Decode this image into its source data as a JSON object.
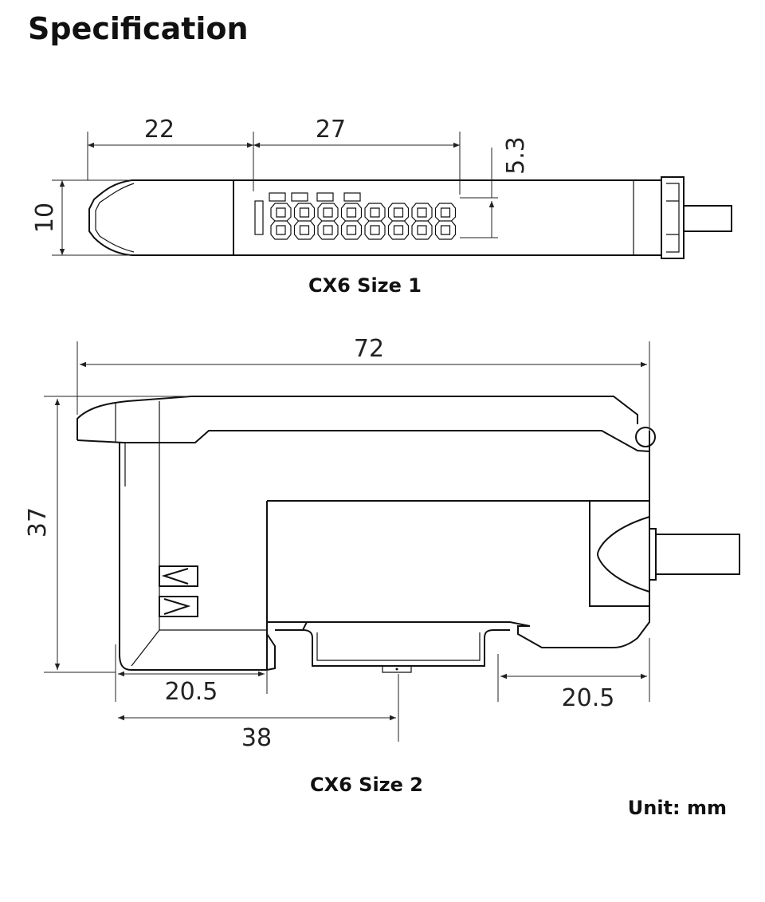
{
  "title": "Specification",
  "size1": {
    "caption": "CX6 Size 1",
    "dims": {
      "a": "22",
      "b": "27",
      "height": "10",
      "display": "5.3"
    }
  },
  "size2": {
    "caption": "CX6 Size 2",
    "dims": {
      "width": "72",
      "height": "37",
      "left": "20.5",
      "right": "20.5",
      "center": "38"
    }
  },
  "unit": "Unit: mm"
}
